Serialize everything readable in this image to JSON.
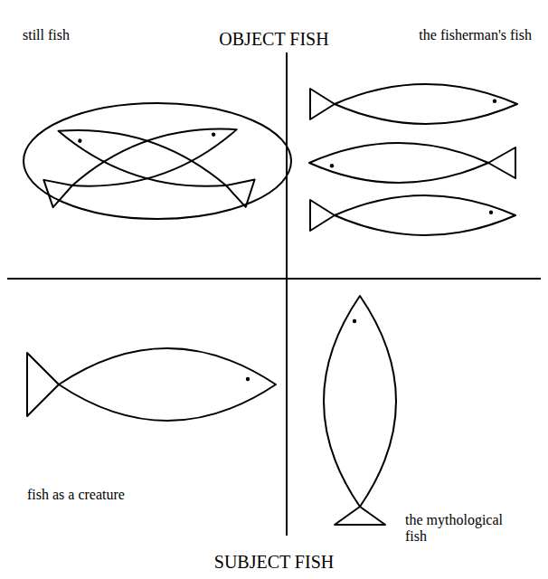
{
  "diagram": {
    "title": "OBJECT FISH",
    "caption": "SUBJECT FISH",
    "labels": [
      "still fish",
      "the fisherman's fish",
      "fish as a creature",
      "the mythological fish"
    ]
  }
}
